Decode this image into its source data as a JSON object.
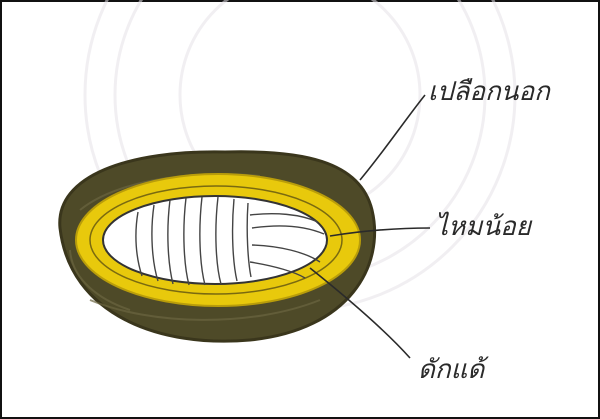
{
  "diagram": {
    "labels": {
      "outer_shell": "เปลือกนอก",
      "inner_silk": "ไหมน้อย",
      "pupa": "ดักแด้"
    },
    "colors": {
      "outer_shell": "#4e4a28",
      "silk_layer": "#e8c90c",
      "pupa": "#ffffff",
      "ink": "#2a2a2a",
      "watermark": "#e6e2e8"
    }
  }
}
